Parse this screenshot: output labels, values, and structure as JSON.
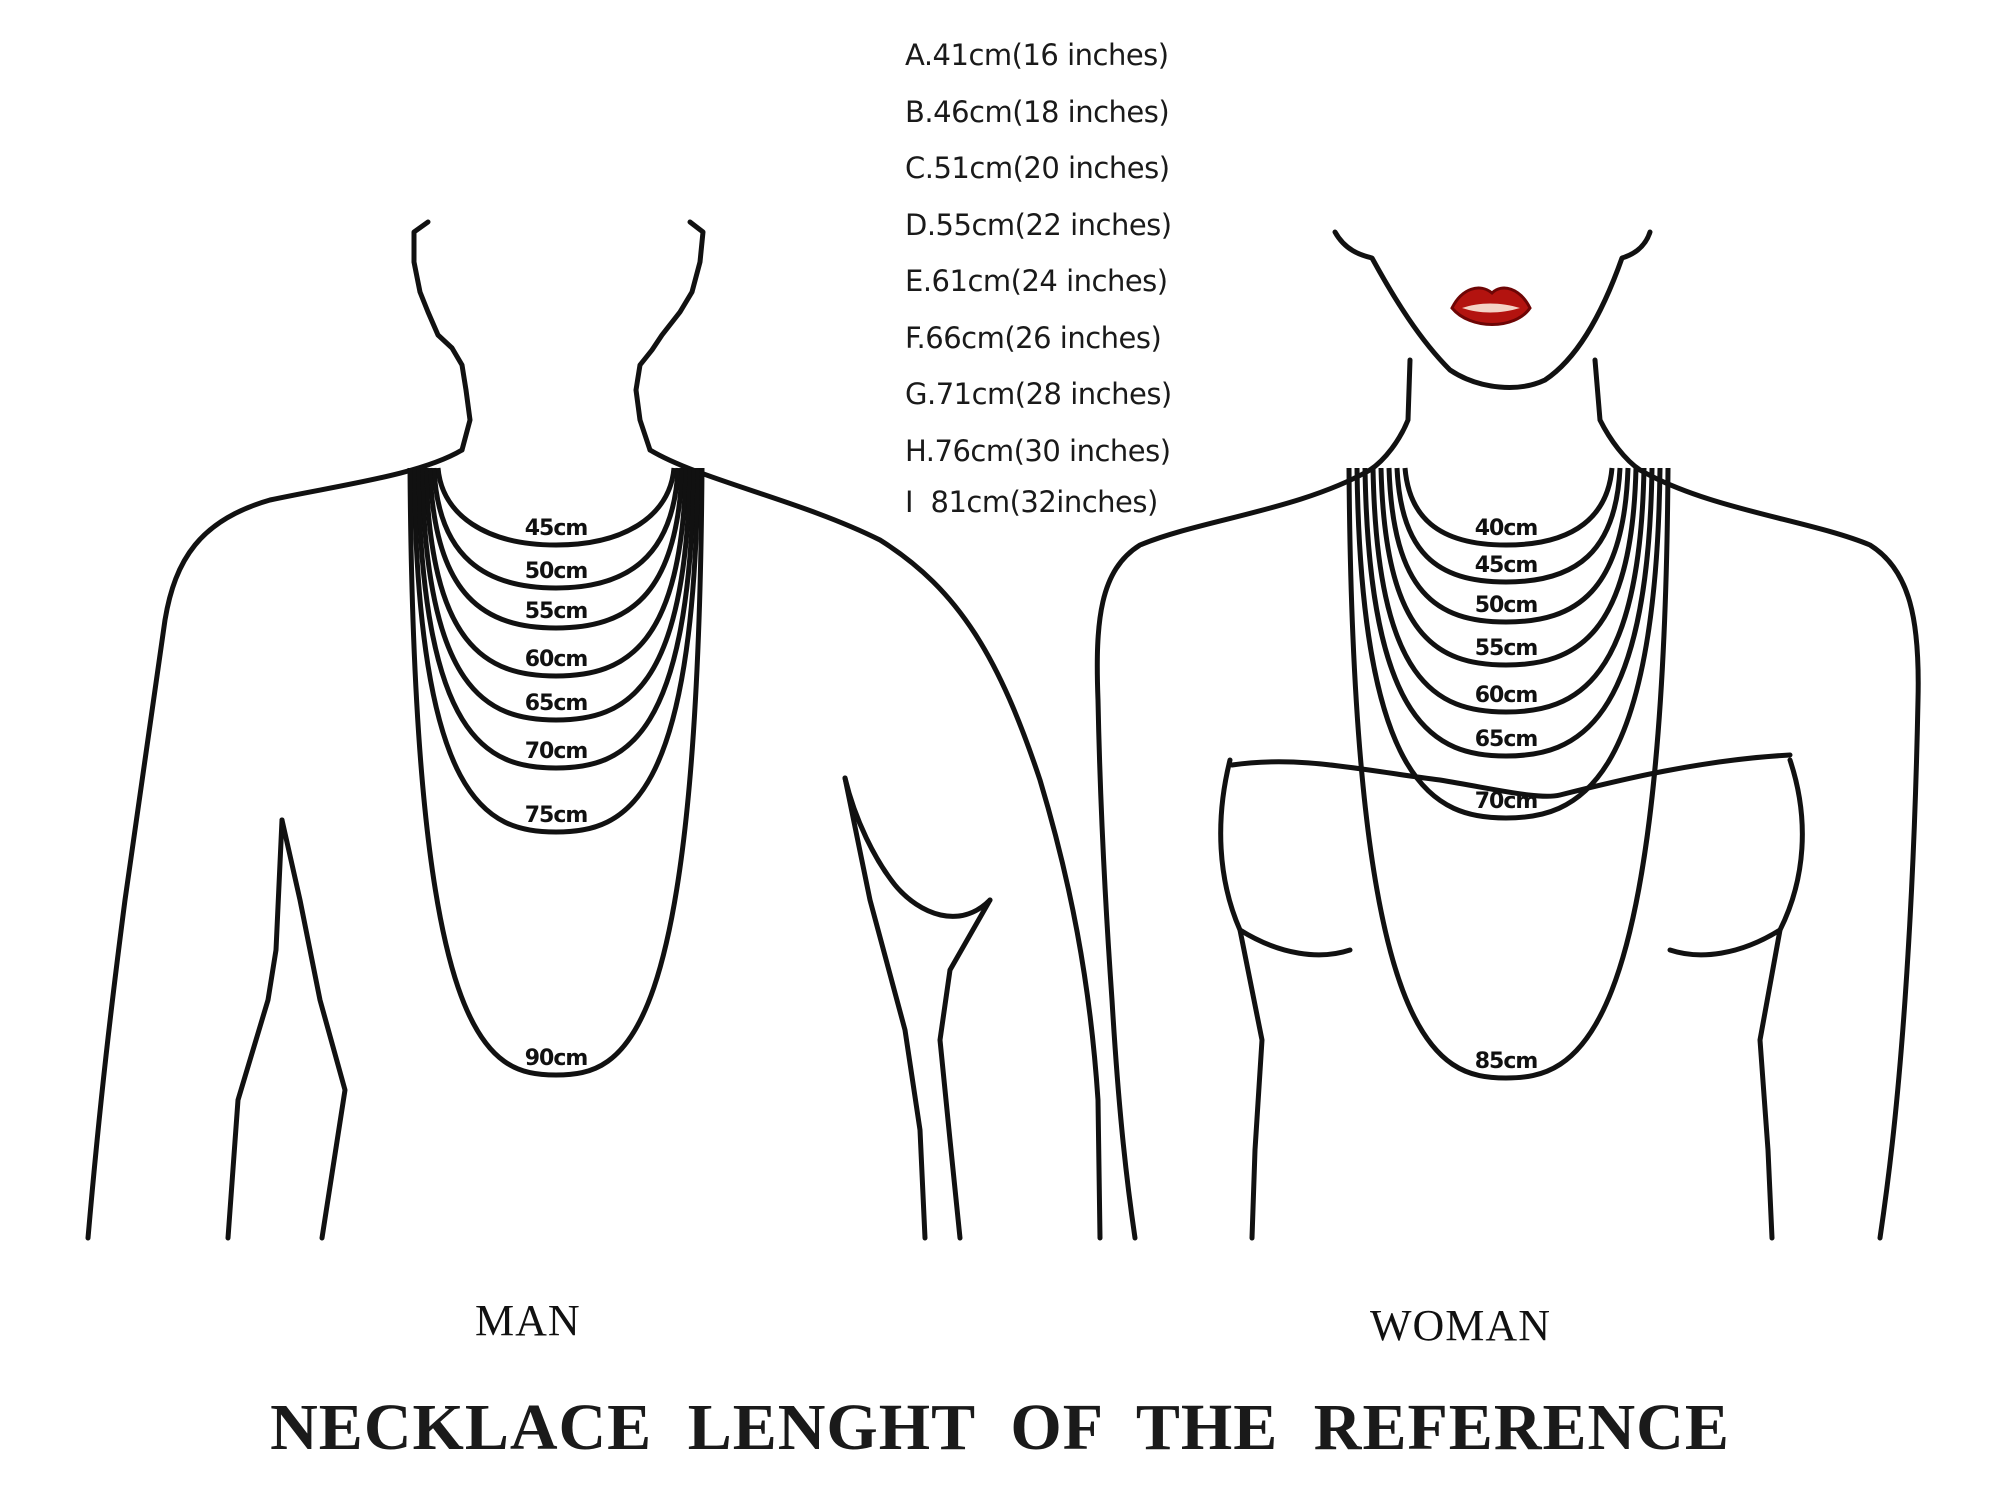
{
  "legend": [
    "A.41cm(16 inches)",
    "B.46cm(18 inches)",
    "C.51cm(20 inches)",
    "D.55cm(22 inches)",
    "E.61cm(24 inches)",
    "F.66cm(26 inches)",
    "G.71cm(28 inches)",
    "H.76cm(30 inches)",
    "I  81cm(32inches)"
  ],
  "man": {
    "caption": "MAN",
    "lengths": [
      "45cm",
      "50cm",
      "55cm",
      "60cm",
      "65cm",
      "70cm",
      "75cm",
      "90cm"
    ]
  },
  "woman": {
    "caption": "WOMAN",
    "lengths": [
      "40cm",
      "45cm",
      "50cm",
      "55cm",
      "60cm",
      "65cm",
      "70cm",
      "85cm"
    ]
  },
  "title": "NECKLACE LENGHT OF THE REFERENCE",
  "colors": {
    "line": "#111111",
    "lips": "#b3130f",
    "lips_dark": "#6e0505"
  }
}
